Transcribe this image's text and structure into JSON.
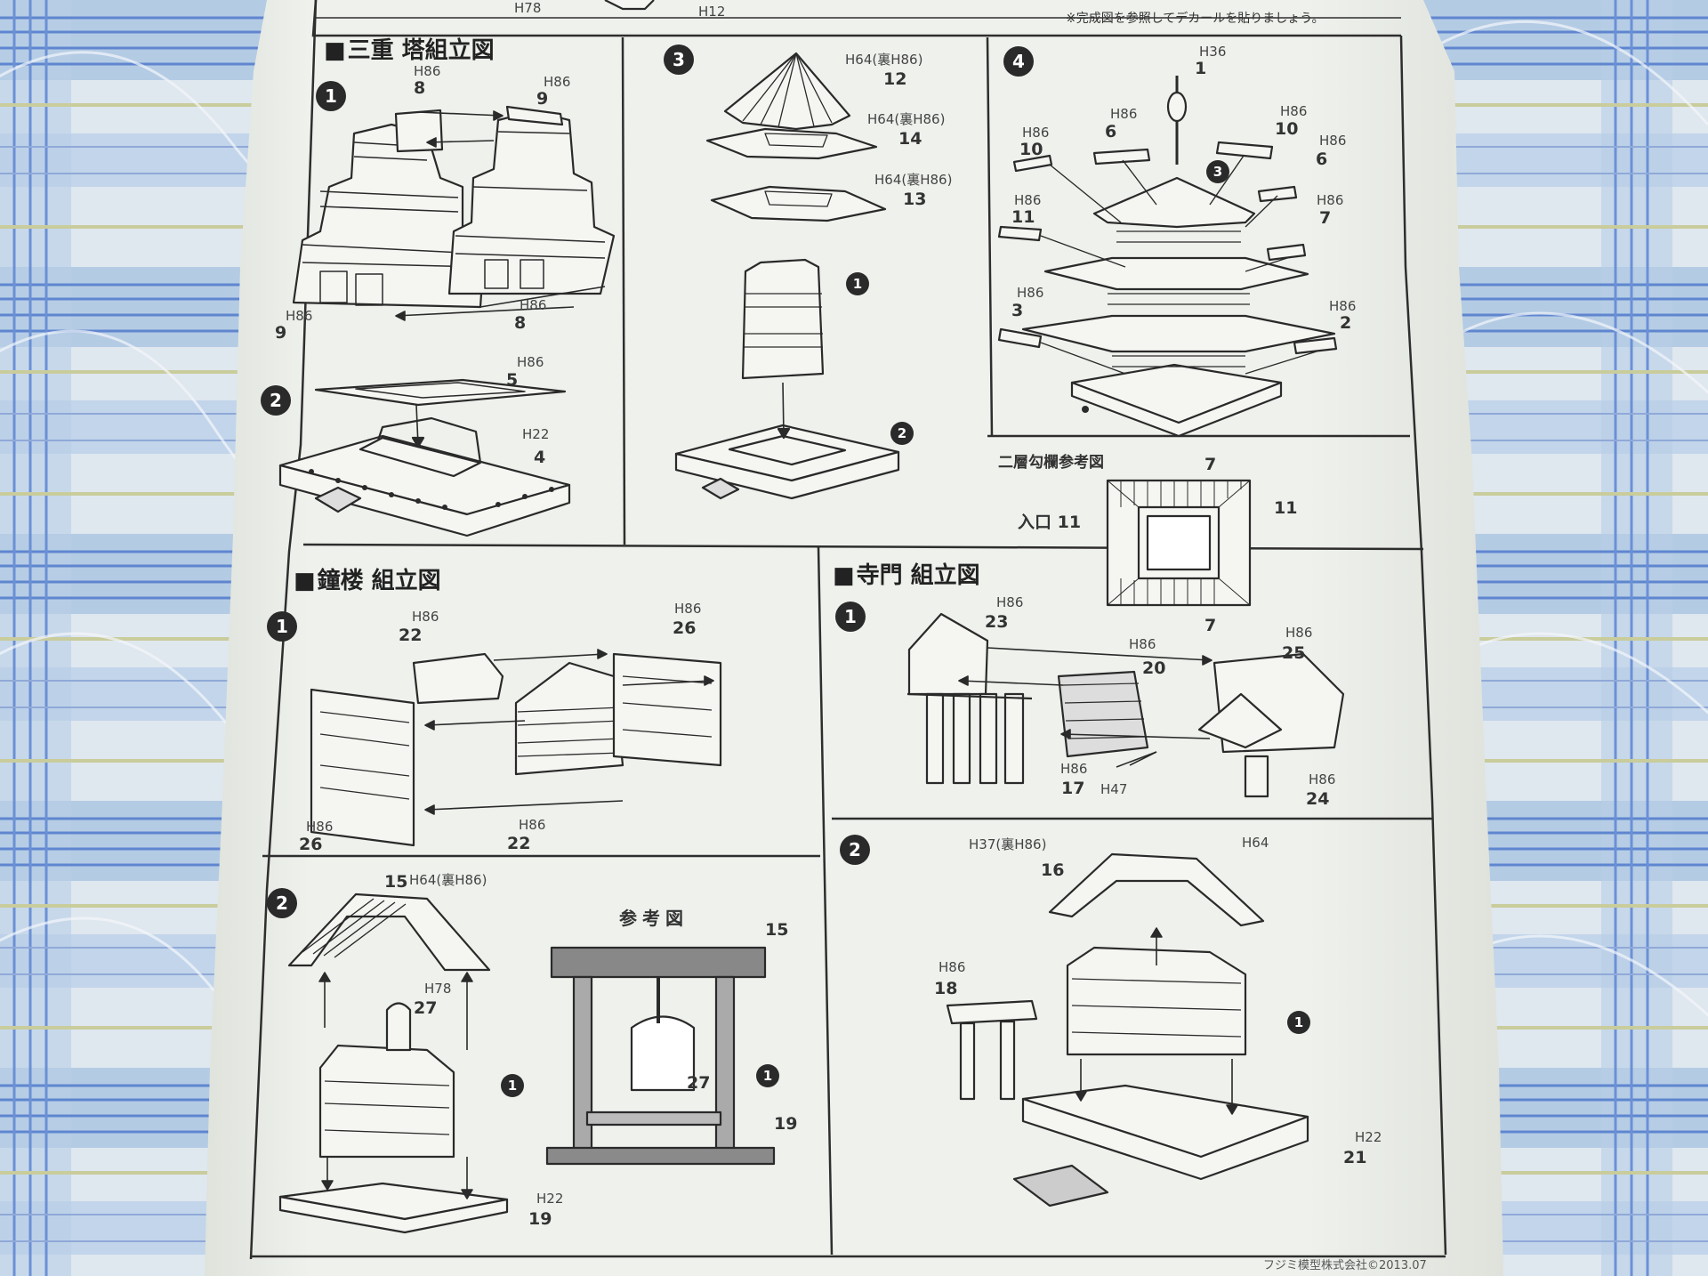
{
  "colors": {
    "paper": "#eff1ec",
    "ink": "#2a2a2a",
    "quilt_white": "#e7edf3",
    "quilt_blue": "#7f9fd3"
  },
  "top_strip": {
    "codes": [
      "H78",
      "H12"
    ],
    "note": "※完成図を参照してデカールを貼りましょう。"
  },
  "pagoda": {
    "title": "三重 塔組立図",
    "step1": {
      "step": "1",
      "labels": [
        "H86",
        "8",
        "H86",
        "9",
        "H86",
        "9",
        "H86",
        "8"
      ]
    },
    "step2": {
      "step": "2",
      "labels": [
        "H86",
        "5",
        "H22",
        "4"
      ]
    },
    "step3": {
      "step": "3",
      "labels": [
        "H64(裏H86)",
        "12",
        "H64(裏H86)",
        "14",
        "H64(裏H86)",
        "13",
        "1",
        "2"
      ]
    },
    "step4": {
      "step": "4",
      "labels": [
        "H36",
        "1",
        "H86",
        "6",
        "H86",
        "10",
        "H86",
        "10",
        "H86",
        "6",
        "3",
        "H86",
        "11",
        "H86",
        "7",
        "H86",
        "3",
        "H86",
        "2"
      ]
    },
    "balcony_ref": {
      "title": "二層勾欄参考図",
      "entrance": "入口 11",
      "labels": [
        "7",
        "11",
        "7"
      ]
    }
  },
  "belfry": {
    "title": "鐘楼 組立図",
    "step1": {
      "step": "1",
      "labels": [
        "H86",
        "22",
        "H86",
        "26",
        "H86",
        "26",
        "H86",
        "22"
      ]
    },
    "step2": {
      "step": "2",
      "labels": [
        "15",
        "H64(裏H86)",
        "H78",
        "27",
        "1",
        "H22",
        "19"
      ]
    },
    "reference": {
      "title": "参考図",
      "labels": [
        "15",
        "27",
        "1",
        "19"
      ]
    }
  },
  "gate": {
    "title": "寺門 組立図",
    "step1": {
      "step": "1",
      "labels": [
        "H86",
        "23",
        "H86",
        "20",
        "H86",
        "25",
        "H86",
        "17",
        "H47",
        "H86",
        "24"
      ]
    },
    "step2": {
      "step": "2",
      "labels": [
        "H37(裏H86)",
        "16",
        "H64",
        "H86",
        "18",
        "1",
        "H22",
        "21"
      ]
    }
  },
  "footer": {
    "copyright": "フジミ模型株式会社©2013.07"
  }
}
